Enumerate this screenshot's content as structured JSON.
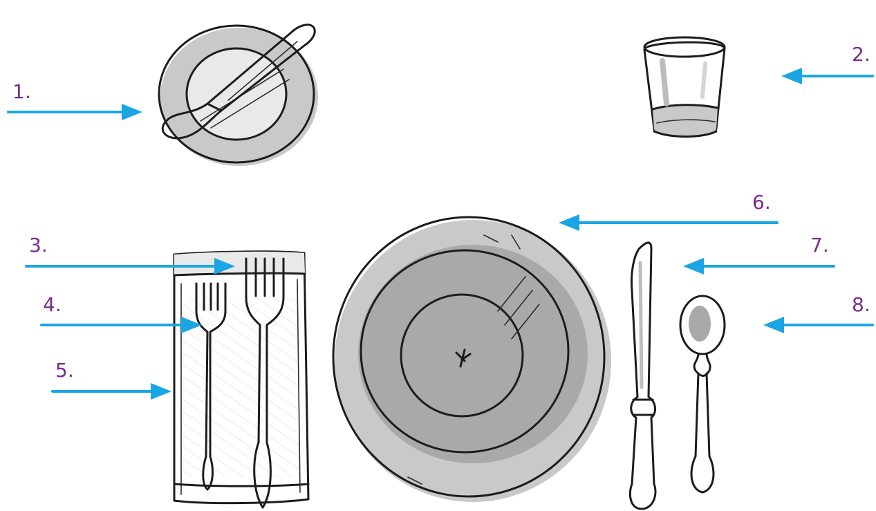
{
  "labels": {
    "l1": "1.",
    "l2": "2.",
    "l3": "3.",
    "l4": "4.",
    "l5": "5.",
    "l6": "6.",
    "l7": "7.",
    "l8": "8."
  },
  "colors": {
    "label": "#7b2a8c",
    "arrow": "#1aa6e4",
    "ink": "#1c1c1c"
  }
}
